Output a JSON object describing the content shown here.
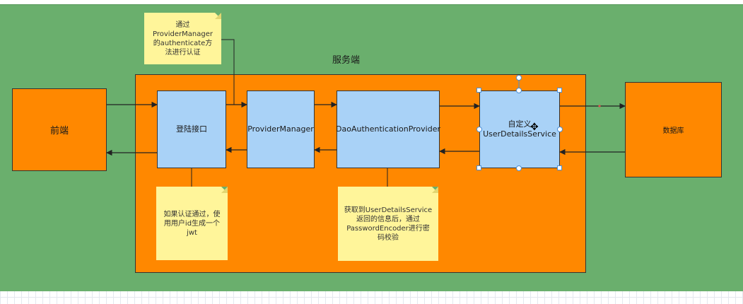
{
  "diagram": {
    "server_label": "服务端",
    "frontend_label": "前端",
    "database_label": "数据库",
    "nodes": {
      "login": "登陆接口",
      "provider_manager": "ProviderManager",
      "dao_provider": "DaoAuthenticationProvider",
      "user_details_line1": "自定义",
      "user_details_line2": "UserDetailsService"
    },
    "notes": {
      "authenticate": "通过ProviderManager的authenticate方法进行认证",
      "jwt": "如果认证通过，使用用户id生成一个jwt",
      "password": "获取到UserDetailsService返回的信息后，通过PasswordEncoder进行密码校验"
    }
  },
  "colors": {
    "canvas_green": "#6aaf6d",
    "box_orange": "#ff8800",
    "node_blue": "#a9d2f7",
    "note_yellow": "#fff59a",
    "selection_handle": "#4a8fd8"
  },
  "icons": {
    "cursor": "move-cursor-icon"
  }
}
